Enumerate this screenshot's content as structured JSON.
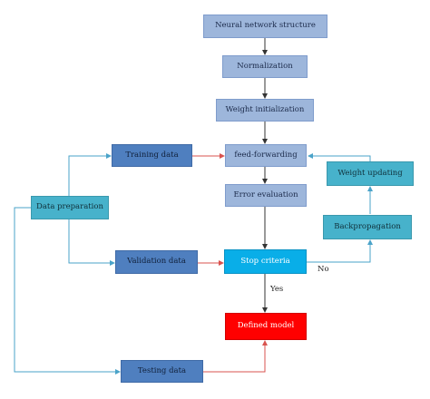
{
  "nodes": {
    "neural_network_structure": "Neural network structure",
    "normalization": "Normalization",
    "weight_initialization": "Weight initialization",
    "feed_forwarding": "feed-forwarding",
    "error_evaluation": "Error evaluation",
    "stop_criteria": "Stop criteria",
    "defined_model": "Defined model",
    "training_data": "Training data",
    "validation_data": "Validation data",
    "testing_data": "Testing data",
    "data_preparation": "Data preparation",
    "weight_updating": "Weight updating",
    "backpropagation": "Backpropagation"
  },
  "edge_labels": {
    "no": "No",
    "yes": "Yes"
  },
  "colors": {
    "light_box": "#9db6db",
    "dark_box": "#4f7fbf",
    "teal_box": "#47b2cb",
    "stop_box": "#09aee8",
    "model_box": "#ff0000",
    "dark_arrow": "#333333",
    "red_arrow": "#d9534f",
    "blue_arrow": "#4aa3c9"
  }
}
